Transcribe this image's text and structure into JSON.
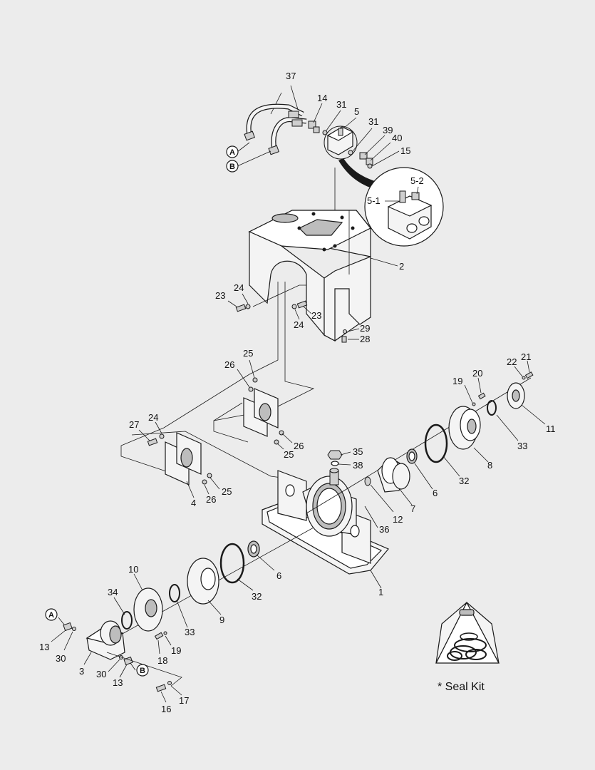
{
  "seal_kit": {
    "label": "* Seal Kit"
  },
  "callouts": [
    {
      "key": "p37",
      "text": "37"
    },
    {
      "key": "p14",
      "text": "14"
    },
    {
      "key": "p31a",
      "text": "31"
    },
    {
      "key": "p5",
      "text": "5"
    },
    {
      "key": "p31b",
      "text": "31"
    },
    {
      "key": "p39",
      "text": "39"
    },
    {
      "key": "p40",
      "text": "40"
    },
    {
      "key": "p15",
      "text": "15"
    },
    {
      "key": "p5_2",
      "text": "5-2"
    },
    {
      "key": "p5_1",
      "text": "5-1"
    },
    {
      "key": "p2",
      "text": "2"
    },
    {
      "key": "p23a",
      "text": "23"
    },
    {
      "key": "p24a",
      "text": "24"
    },
    {
      "key": "p23b",
      "text": "23"
    },
    {
      "key": "p24b",
      "text": "24"
    },
    {
      "key": "p29",
      "text": "29"
    },
    {
      "key": "p28",
      "text": "28"
    },
    {
      "key": "p25a",
      "text": "25"
    },
    {
      "key": "p26a",
      "text": "26"
    },
    {
      "key": "p26b",
      "text": "26"
    },
    {
      "key": "p25b",
      "text": "25"
    },
    {
      "key": "p27",
      "text": "27"
    },
    {
      "key": "p24c",
      "text": "24"
    },
    {
      "key": "p4",
      "text": "4"
    },
    {
      "key": "p26c",
      "text": "26"
    },
    {
      "key": "p25c",
      "text": "25"
    },
    {
      "key": "p35",
      "text": "35"
    },
    {
      "key": "p38",
      "text": "38"
    },
    {
      "key": "p12",
      "text": "12"
    },
    {
      "key": "p36",
      "text": "36"
    },
    {
      "key": "p7",
      "text": "7"
    },
    {
      "key": "p6a",
      "text": "6"
    },
    {
      "key": "p32a",
      "text": "32"
    },
    {
      "key": "p8",
      "text": "8"
    },
    {
      "key": "p33a",
      "text": "33"
    },
    {
      "key": "p11",
      "text": "11"
    },
    {
      "key": "p19a",
      "text": "19"
    },
    {
      "key": "p20",
      "text": "20"
    },
    {
      "key": "p22",
      "text": "22"
    },
    {
      "key": "p21",
      "text": "21"
    },
    {
      "key": "p1",
      "text": "1"
    },
    {
      "key": "p6b",
      "text": "6"
    },
    {
      "key": "p32b",
      "text": "32"
    },
    {
      "key": "p9",
      "text": "9"
    },
    {
      "key": "p10",
      "text": "10"
    },
    {
      "key": "p34",
      "text": "34"
    },
    {
      "key": "p33b",
      "text": "33"
    },
    {
      "key": "p19b",
      "text": "19"
    },
    {
      "key": "p18",
      "text": "18"
    },
    {
      "key": "p13a",
      "text": "13"
    },
    {
      "key": "p30a",
      "text": "30"
    },
    {
      "key": "p3",
      "text": "3"
    },
    {
      "key": "p30b",
      "text": "30"
    },
    {
      "key": "p13b",
      "text": "13"
    },
    {
      "key": "p16",
      "text": "16"
    },
    {
      "key": "p17",
      "text": "17"
    }
  ],
  "ports": [
    {
      "key": "hoseA",
      "text": "A"
    },
    {
      "key": "hoseB",
      "text": "B"
    },
    {
      "key": "motorA",
      "text": "A"
    },
    {
      "key": "motorB",
      "text": "B"
    }
  ]
}
